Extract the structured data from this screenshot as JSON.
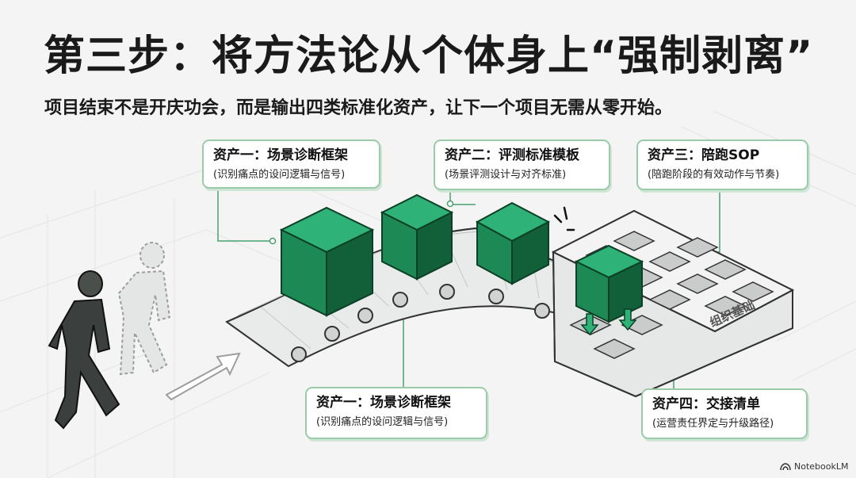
{
  "title": "第三步：将方法论从个体身上“强制剥离”",
  "subtitle": "项目结束不是开庆功会，而是输出四类标准化资产，让下一个项目无需从零开始。",
  "cards": [
    {
      "title": "资产一：场景诊断框架",
      "desc": "(识别痛点的设问逻辑与信号)"
    },
    {
      "title": "资产二：评测标准模板",
      "desc": "(场景评测设计与对齐标准)"
    },
    {
      "title": "资产三：陪跑SOP",
      "desc": "(陪跑阶段的有效动作与节奏)"
    },
    {
      "title": "资产一：场景诊断框架",
      "desc": "(识别痛点的设问逻辑与信号)"
    },
    {
      "title": "资产四：交接清单",
      "desc": "(运营责任界定与升级路径)"
    }
  ],
  "grid_label": "组织基础",
  "brand": "NotebookLM",
  "colors": {
    "cube_front": "#1d8a55",
    "cube_top": "#2fb277",
    "cube_side": "#11603a",
    "card_border": "#9bcaa9"
  },
  "icons": [
    "walking-person-icon",
    "ghost-person-icon",
    "forward-arrow-icon",
    "down-arrow-icon",
    "notebooklm-logo-icon"
  ]
}
